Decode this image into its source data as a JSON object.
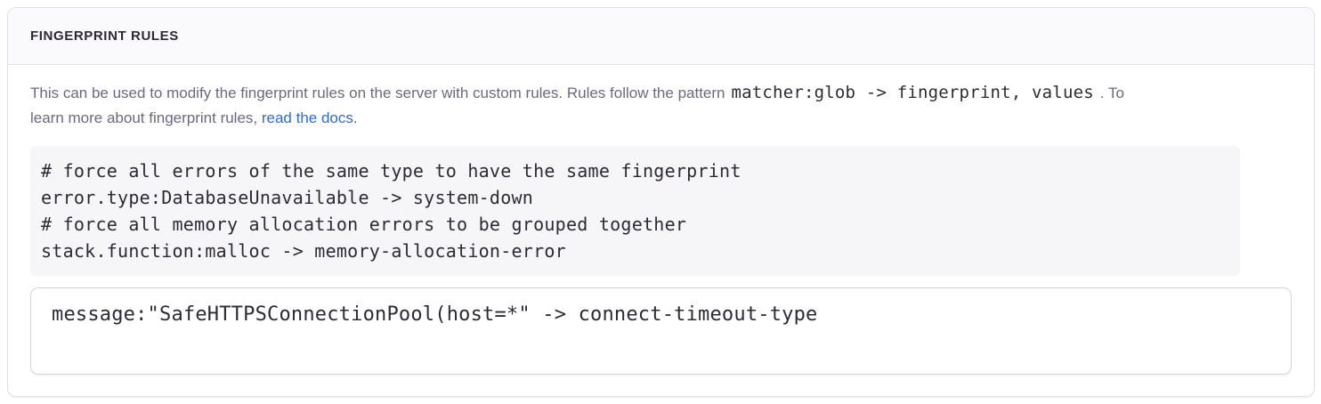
{
  "panel": {
    "title": "FINGERPRINT RULES",
    "description": {
      "line1_text": "This can be used to modify the fingerprint rules on the server with custom rules. Rules follow the pattern",
      "inline_code": "matcher:glob -> fingerprint, values",
      "line1_suffix": ". To",
      "line2_text": "learn more about fingerprint rules, ",
      "link_label": "read the docs",
      "line2_suffix": "."
    },
    "example_code": "# force all errors of the same type to have the same fingerprint\nerror.type:DatabaseUnavailable -> system-down\n# force all memory allocation errors to be grouped together\nstack.function:malloc -> memory-allocation-error",
    "rules_input": {
      "value": "message:\"SafeHTTPSConnectionPool(host=*\" -> connect-timeout-type"
    }
  },
  "colors": {
    "panel_border": "#e2dee8",
    "header_bg": "#faf9fb",
    "title_text": "#2f2936",
    "body_text": "#6f6780",
    "code_text": "#2f2936",
    "code_block_bg": "#f6f6f8",
    "link": "#2b6ae0",
    "input_border": "#d8d2de"
  }
}
